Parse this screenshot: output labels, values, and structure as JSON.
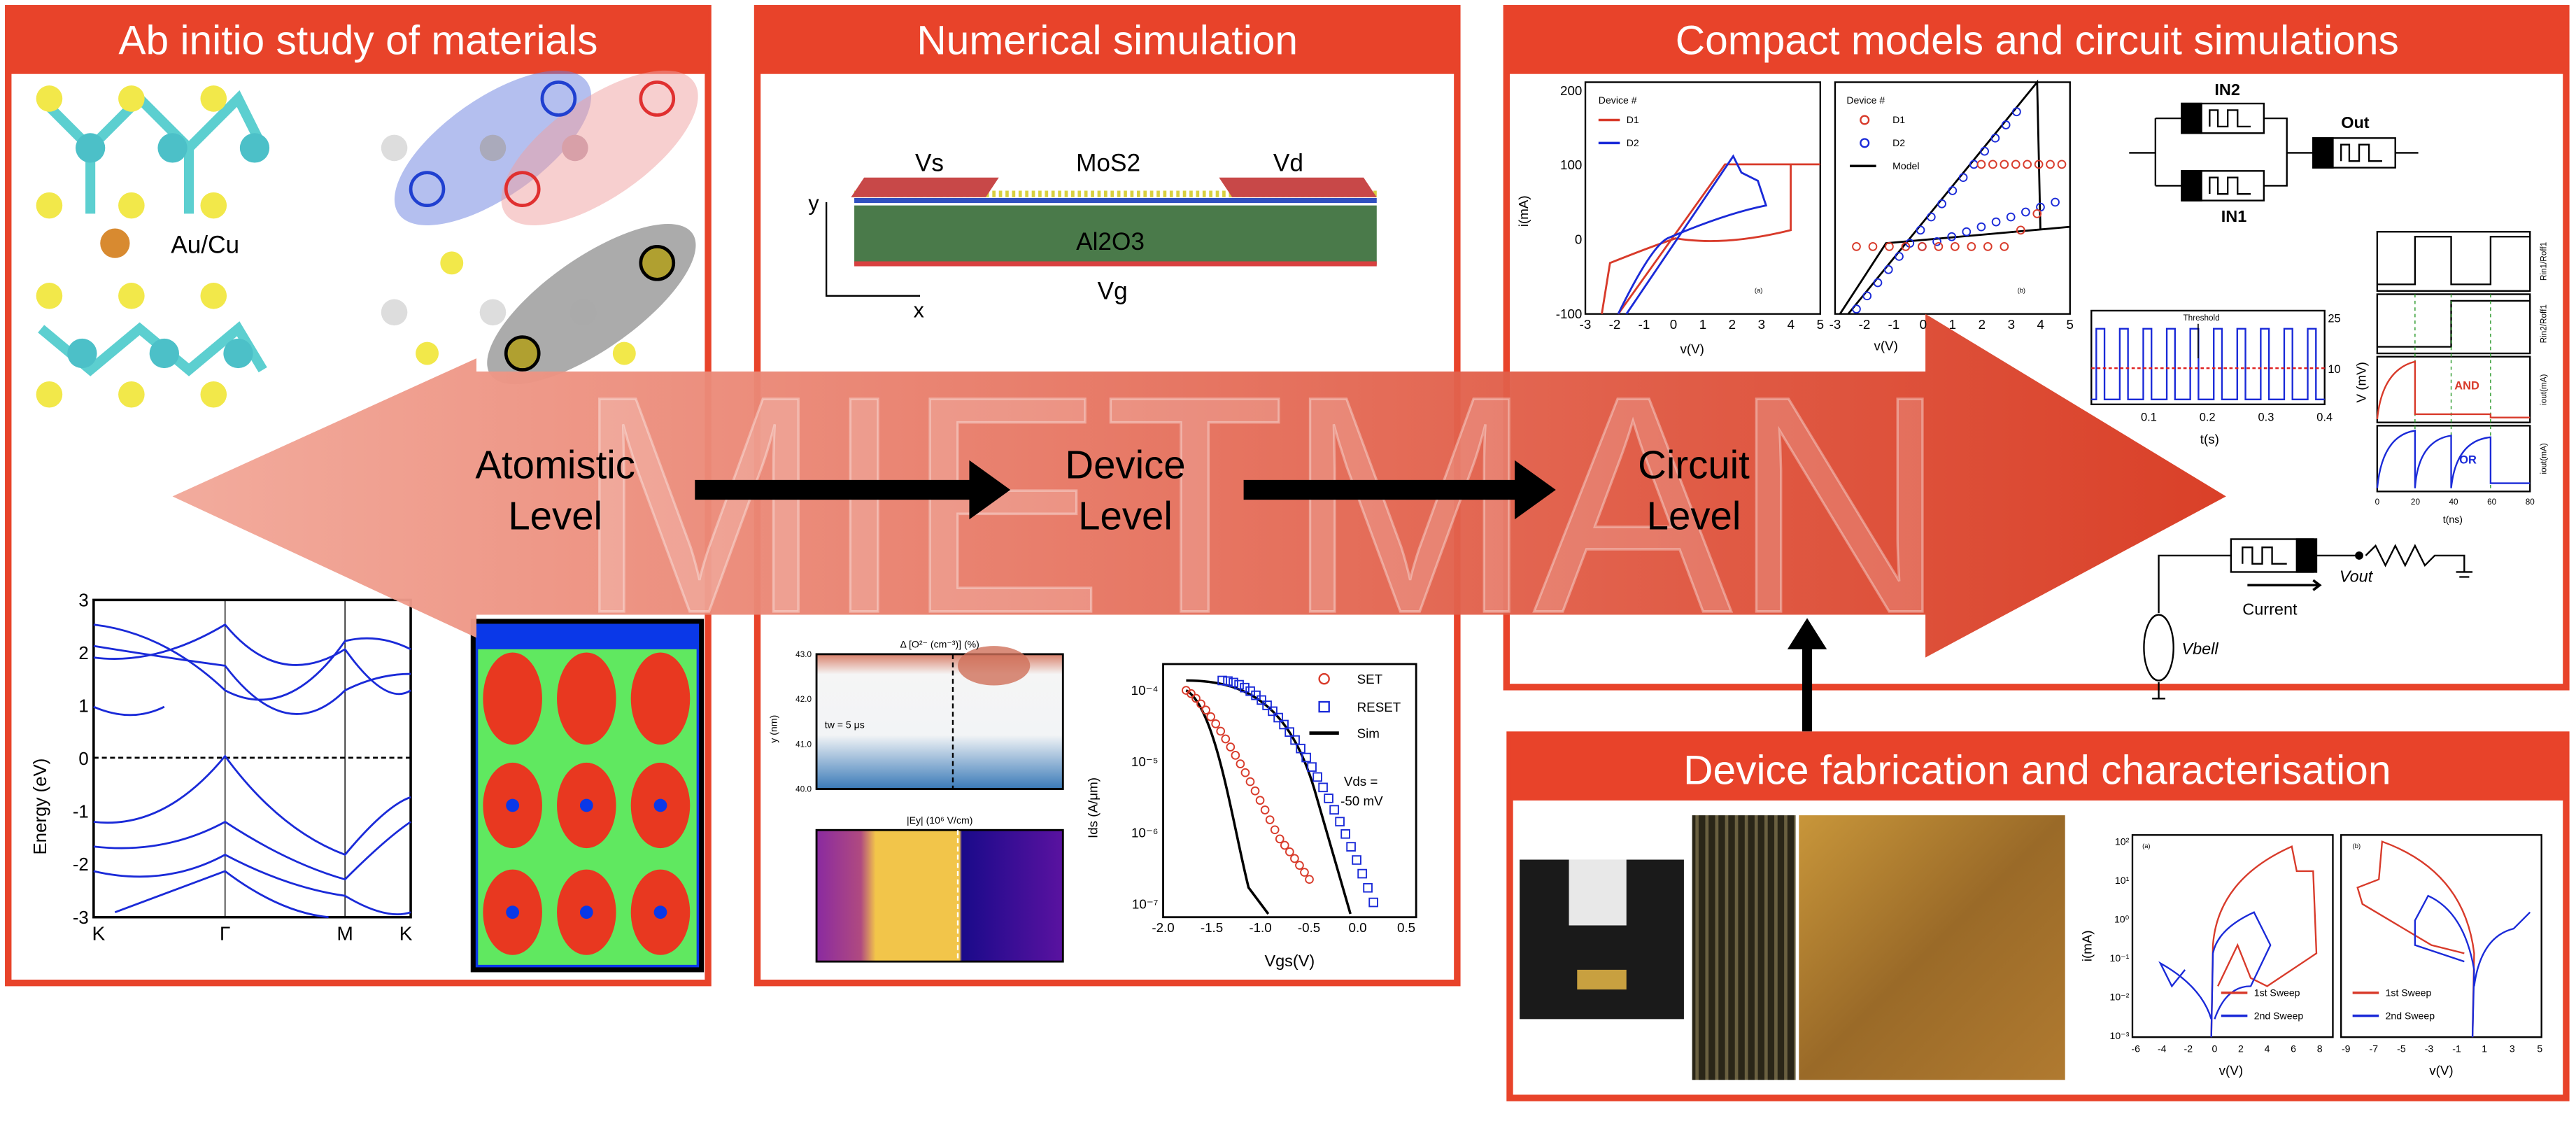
{
  "colors": {
    "panel_red": "#e8432a",
    "arrow_light": "#f0a090",
    "arrow_dark": "#d63a22",
    "blue": "#1020d0",
    "red_curve": "#d83a2a"
  },
  "watermark": "MIETMAN",
  "levels": {
    "atomistic": [
      "Atomistic",
      "Level"
    ],
    "device": [
      "Device",
      "Level"
    ],
    "circuit": [
      "Circuit",
      "Level"
    ]
  },
  "panels": {
    "ab_initio": {
      "title": "Ab initio study of materials",
      "atom_label": "Au/Cu",
      "band": {
        "ylabel": "Energy (eV)",
        "yticks": [
          "3",
          "2",
          "1",
          "0",
          "-1",
          "-2",
          "-3"
        ],
        "xticks": [
          "K",
          "Γ",
          "M",
          "K"
        ]
      }
    },
    "numerical": {
      "title": "Numerical simulation",
      "device": {
        "vs": "Vs",
        "mos2": "MoS2",
        "vd": "Vd",
        "al2o3": "Al2O3",
        "vg": "Vg",
        "x_axis": "x",
        "y_axis": "y"
      },
      "map1": {
        "title": "Δ [O²⁻ (cm⁻³)] (%)",
        "ylabel": "y (nm)",
        "yticks": [
          "43.0",
          "42.0",
          "41.0",
          "40.0"
        ],
        "annotation": "tw = 5 μs"
      },
      "map2": {
        "title": "|Ey| (10⁶ V/cm)"
      },
      "transfer": {
        "ylabel": "Ids (A/μm)",
        "xlabel": "Vgs(V)",
        "xticks": [
          "-2.0",
          "-1.5",
          "-1.0",
          "-0.5",
          "0.0",
          "0.5"
        ],
        "yticks": [
          "10⁻⁴",
          "10⁻⁵",
          "10⁻⁶",
          "10⁻⁷"
        ],
        "legend": [
          "SET",
          "RESET",
          "Sim"
        ],
        "annotation": [
          "Vds =",
          "-50 mV"
        ]
      }
    },
    "compact": {
      "title": "Compact models and circuit simulations",
      "iv_a": {
        "ylabel": "i(mA)",
        "xlabel": "v(V)",
        "yticks": [
          "200",
          "100",
          "0",
          "-100"
        ],
        "xticks": [
          "-3",
          "-2",
          "-1",
          "0",
          "1",
          "2",
          "3",
          "4",
          "5"
        ],
        "legend_title": "Device #",
        "legend": [
          "D1",
          "D2"
        ],
        "tag": "(a)"
      },
      "iv_b": {
        "xlabel": "v(V)",
        "xticks": [
          "-3",
          "-2",
          "-1",
          "0",
          "1",
          "2",
          "3",
          "4",
          "5"
        ],
        "legend_title": "Device #",
        "legend": [
          "D1",
          "D2",
          "Model"
        ],
        "tag": "(b)"
      },
      "gate": {
        "in2": "IN2",
        "in1": "IN1",
        "out": "Out"
      },
      "pulse": {
        "label": "Threshold",
        "xlabel": "t(s)",
        "ylabel": "V (mV)",
        "xticks": [
          "0.1",
          "0.2",
          "0.3",
          "0.4"
        ],
        "yticks": [
          "25",
          "10"
        ]
      },
      "logic": {
        "xlabel": "t(ns)",
        "xticks": [
          "0",
          "20",
          "40",
          "60",
          "80"
        ],
        "labels": [
          "Rin1/Roff1",
          "Rin2/Roff1",
          "iout(mA)",
          "iout(mA)"
        ],
        "and": "AND",
        "or": "OR"
      },
      "bell": {
        "vout": "Vout",
        "current": "Current",
        "vbell": "Vbell"
      }
    },
    "fabrication": {
      "title": "Device fabrication and characterisation",
      "iv": {
        "ylabel": "i(mA)",
        "xlabel": "v(V)",
        "yticks": [
          "10²",
          "10¹",
          "10⁰",
          "10⁻¹",
          "10⁻²",
          "10⁻³"
        ],
        "xticks_a": [
          "-6",
          "-4",
          "-2",
          "0",
          "2",
          "4",
          "6",
          "8"
        ],
        "xticks_b": [
          "-9",
          "-7",
          "-5",
          "-3",
          "-1",
          "1",
          "3",
          "5"
        ],
        "legend": [
          "1st Sweep",
          "2nd Sweep"
        ],
        "tag_a": "(a)",
        "tag_b": "(b)"
      }
    }
  }
}
